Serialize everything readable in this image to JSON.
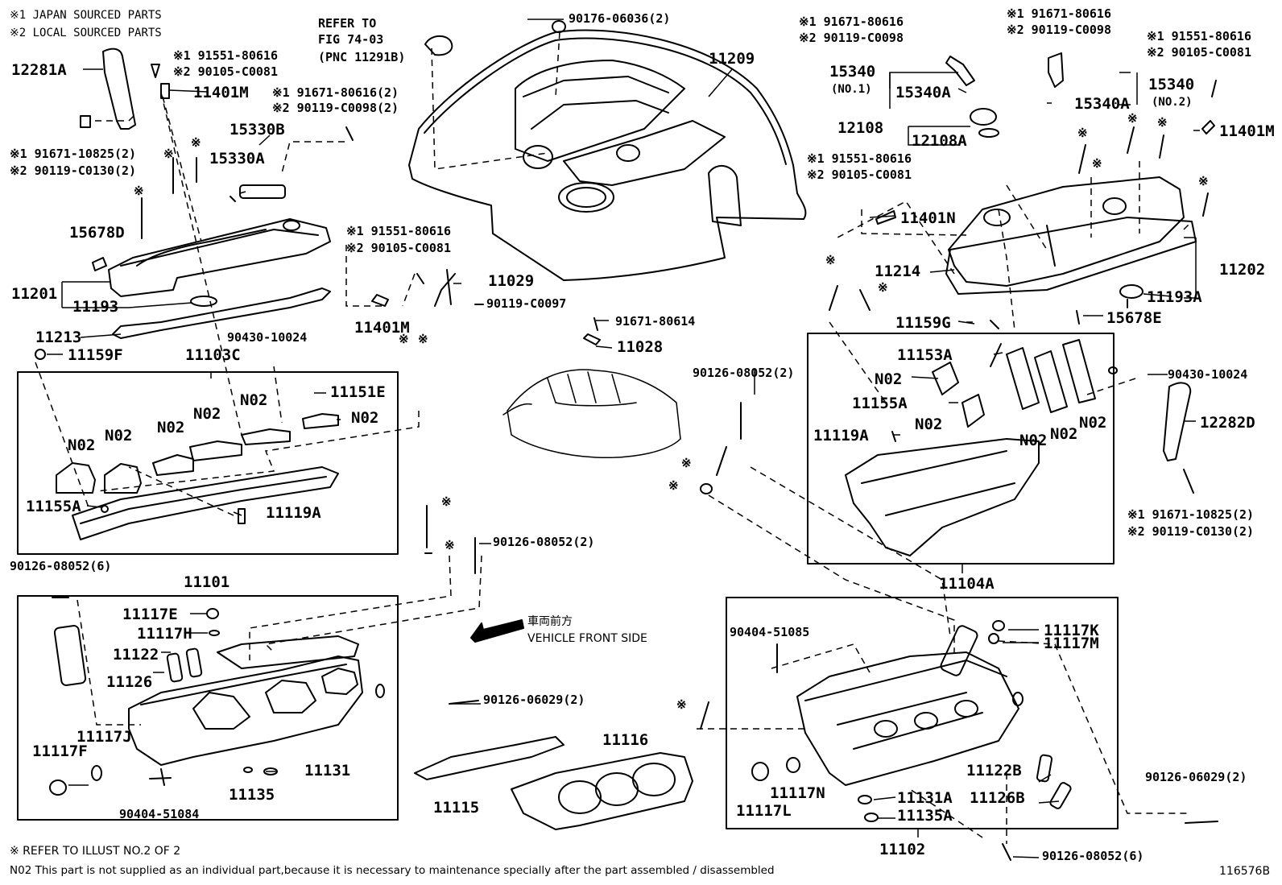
{
  "legend": {
    "line1": "※1 JAPAN SOURCED PARTS",
    "line2": "※2 LOCAL SOURCED PARTS"
  },
  "refer_fig": {
    "line1": "REFER TO",
    "line2": "FIG 74-03",
    "line3": "(PNC 11291B)"
  },
  "direction": {
    "jp": "車両前方",
    "en": "VEHICLE FRONT SIDE"
  },
  "footer": {
    "note1": "※ REFER TO ILLUST NO.2 OF 2",
    "note2": "N02 This part is not supplied as an individual part,because it is necessary to maintenance specially after the part assembled / disassembled",
    "illust_no": "116576B"
  },
  "labels": [
    {
      "id": "p12281a",
      "text": "12281A",
      "size": "big"
    },
    {
      "id": "p12281a_b1",
      "text": "※1 91551-80616",
      "size": "med"
    },
    {
      "id": "p12281a_b2",
      "text": "※2 90105-C0081",
      "size": "med"
    },
    {
      "id": "p11401m_top",
      "text": "11401M",
      "size": "big"
    },
    {
      "id": "p91671_2a",
      "text": "※1 91671-80616(2)",
      "size": "med"
    },
    {
      "id": "p90119_2a",
      "text": "※2 90119-C0098(2)",
      "size": "med"
    },
    {
      "id": "p15330b",
      "text": "15330B",
      "size": "big"
    },
    {
      "id": "p15330a",
      "text": "15330A",
      "size": "big"
    },
    {
      "id": "pbolt_l1",
      "text": "※1 91671-10825(2)",
      "size": "med"
    },
    {
      "id": "pbolt_l2",
      "text": "※2 90119-C0130(2)",
      "size": "med"
    },
    {
      "id": "p15678d",
      "text": "15678D",
      "size": "big"
    },
    {
      "id": "p11201",
      "text": "11201",
      "size": "big"
    },
    {
      "id": "p11193",
      "text": "11193",
      "size": "big"
    },
    {
      "id": "p11213",
      "text": "11213",
      "size": "big"
    },
    {
      "id": "p91551_l",
      "text": "※1 91551-80616",
      "size": "med"
    },
    {
      "id": "p90105_l",
      "text": "※2 90105-C0081",
      "size": "med"
    },
    {
      "id": "p11401m_mid",
      "text": "11401M",
      "size": "big"
    },
    {
      "id": "p11029",
      "text": "11029",
      "size": "big"
    },
    {
      "id": "p90119_c0097",
      "text": "90119-C0097",
      "size": "med"
    },
    {
      "id": "p90430_l",
      "text": "90430-10024",
      "size": "med"
    },
    {
      "id": "p11159f",
      "text": "11159F",
      "size": "big"
    },
    {
      "id": "p11103c",
      "text": "11103C",
      "size": "big"
    },
    {
      "id": "p11151e",
      "text": "11151E",
      "size": "big"
    },
    {
      "id": "pn02_a",
      "text": "N02",
      "size": "big"
    },
    {
      "id": "pn02_b",
      "text": "N02",
      "size": "big"
    },
    {
      "id": "pn02_c",
      "text": "N02",
      "size": "big"
    },
    {
      "id": "pn02_d",
      "text": "N02",
      "size": "big"
    },
    {
      "id": "pn02_e",
      "text": "N02",
      "size": "big"
    },
    {
      "id": "pn02_f",
      "text": "N02",
      "size": "big"
    },
    {
      "id": "p11155a_l",
      "text": "11155A",
      "size": "big"
    },
    {
      "id": "p11119a_l",
      "text": "11119A",
      "size": "big"
    },
    {
      "id": "p90126_6",
      "text": "90126-08052(6)",
      "size": "med"
    },
    {
      "id": "p11101",
      "text": "11101",
      "size": "big"
    },
    {
      "id": "p90126_2_mid",
      "text": "90126-08052(2)",
      "size": "med"
    },
    {
      "id": "p11117e",
      "text": "11117E",
      "size": "big"
    },
    {
      "id": "p11117h",
      "text": "11117H",
      "size": "big"
    },
    {
      "id": "p11122",
      "text": "11122",
      "size": "big"
    },
    {
      "id": "p11126",
      "text": "11126",
      "size": "big"
    },
    {
      "id": "p11117j",
      "text": "11117J",
      "size": "big"
    },
    {
      "id": "p11117f",
      "text": "11117F",
      "size": "big"
    },
    {
      "id": "p90404_51084",
      "text": "90404-51084",
      "size": "med"
    },
    {
      "id": "p11135",
      "text": "11135",
      "size": "big"
    },
    {
      "id": "p11131",
      "text": "11131",
      "size": "big"
    },
    {
      "id": "p90126_06029_l",
      "text": "90126-06029(2)",
      "size": "med"
    },
    {
      "id": "p11115",
      "text": "11115",
      "size": "big"
    },
    {
      "id": "p11116",
      "text": "11116",
      "size": "big"
    },
    {
      "id": "p90176",
      "text": "90176-06036(2)",
      "size": "med"
    },
    {
      "id": "p11209",
      "text": "11209",
      "size": "big"
    },
    {
      "id": "p91671_80614",
      "text": "91671-80614",
      "size": "med"
    },
    {
      "id": "p11028",
      "text": "11028",
      "size": "big"
    },
    {
      "id": "p90126_08052_2r",
      "text": "90126-08052(2)",
      "size": "med"
    },
    {
      "id": "p91671_r1",
      "text": "※1 91671-80616",
      "size": "med"
    },
    {
      "id": "p90119_r1",
      "text": "※2 90119-C0098",
      "size": "med"
    },
    {
      "id": "p15340_no1",
      "text": "15340",
      "size": "big"
    },
    {
      "id": "pno1",
      "text": "(NO.1)",
      "size": "sm"
    },
    {
      "id": "p15340a_l",
      "text": "15340A",
      "size": "big"
    },
    {
      "id": "p12108",
      "text": "12108",
      "size": "big"
    },
    {
      "id": "p12108a",
      "text": "12108A",
      "size": "big"
    },
    {
      "id": "p91551_r",
      "text": "※1 91551-80616",
      "size": "med"
    },
    {
      "id": "p90105_r",
      "text": "※2 90105-C0081",
      "size": "med"
    },
    {
      "id": "p11401n",
      "text": "11401N",
      "size": "big"
    },
    {
      "id": "p91671_r2",
      "text": "※1 91671-80616",
      "size": "med"
    },
    {
      "id": "p90119_r2",
      "text": "※2 90119-C0098",
      "size": "med"
    },
    {
      "id": "p15340_no2",
      "text": "15340",
      "size": "big"
    },
    {
      "id": "pno2",
      "text": "(NO.2)",
      "size": "sm"
    },
    {
      "id": "p15340a_r",
      "text": "15340A",
      "size": "big"
    },
    {
      "id": "p91551_rr",
      "text": "※1 91551-80616",
      "size": "med"
    },
    {
      "id": "p90105_rr",
      "text": "※2 90105-C0081",
      "size": "med"
    },
    {
      "id": "p11401m_r",
      "text": "11401M",
      "size": "big"
    },
    {
      "id": "p11214",
      "text": "11214",
      "size": "big"
    },
    {
      "id": "p11202",
      "text": "11202",
      "size": "big"
    },
    {
      "id": "p11193a",
      "text": "11193A",
      "size": "big"
    },
    {
      "id": "p11159g",
      "text": "11159G",
      "size": "big"
    },
    {
      "id": "p15678e",
      "text": "15678E",
      "size": "big"
    },
    {
      "id": "p11153a",
      "text": "11153A",
      "size": "big"
    },
    {
      "id": "pn02_g",
      "text": "N02",
      "size": "big"
    },
    {
      "id": "p11155a_r",
      "text": "11155A",
      "size": "big"
    },
    {
      "id": "pn02_h",
      "text": "N02",
      "size": "big"
    },
    {
      "id": "pn02_i",
      "text": "N02",
      "size": "big"
    },
    {
      "id": "pn02_j",
      "text": "N02",
      "size": "big"
    },
    {
      "id": "pn02_k",
      "text": "N02",
      "size": "big"
    },
    {
      "id": "p11119a_r",
      "text": "11119A",
      "size": "big"
    },
    {
      "id": "p90430_r",
      "text": "90430-10024",
      "size": "med"
    },
    {
      "id": "p12282d",
      "text": "12282D",
      "size": "big"
    },
    {
      "id": "p91671_10825_r",
      "text": "※1 91671-10825(2)",
      "size": "med"
    },
    {
      "id": "p90119_c0130_r",
      "text": "※2 90119-C0130(2)",
      "size": "med"
    },
    {
      "id": "p11104a",
      "text": "11104A",
      "size": "big"
    },
    {
      "id": "p90404_51085",
      "text": "90404-51085",
      "size": "med"
    },
    {
      "id": "p11117k",
      "text": "11117K",
      "size": "big"
    },
    {
      "id": "p11117m",
      "text": "11117M",
      "size": "big"
    },
    {
      "id": "p11117n",
      "text": "11117N",
      "size": "big"
    },
    {
      "id": "p11117l",
      "text": "11117L",
      "size": "big"
    },
    {
      "id": "p11122b",
      "text": "11122B",
      "size": "big"
    },
    {
      "id": "p11126b",
      "text": "11126B",
      "size": "big"
    },
    {
      "id": "p11131a",
      "text": "11131A",
      "size": "big"
    },
    {
      "id": "p11135a",
      "text": "11135A",
      "size": "big"
    },
    {
      "id": "p11102",
      "text": "11102",
      "size": "big"
    },
    {
      "id": "p90126_06029_r",
      "text": "90126-06029(2)",
      "size": "med"
    },
    {
      "id": "p90126_08052_6r",
      "text": "90126-08052(6)",
      "size": "med"
    }
  ],
  "star_marks": [
    "※",
    "※",
    "※",
    "※",
    "※",
    "※",
    "※",
    "※",
    "※",
    "※",
    "※",
    "※",
    "※",
    "※",
    "※",
    "※",
    "※",
    "※",
    "※",
    "※",
    "※"
  ]
}
